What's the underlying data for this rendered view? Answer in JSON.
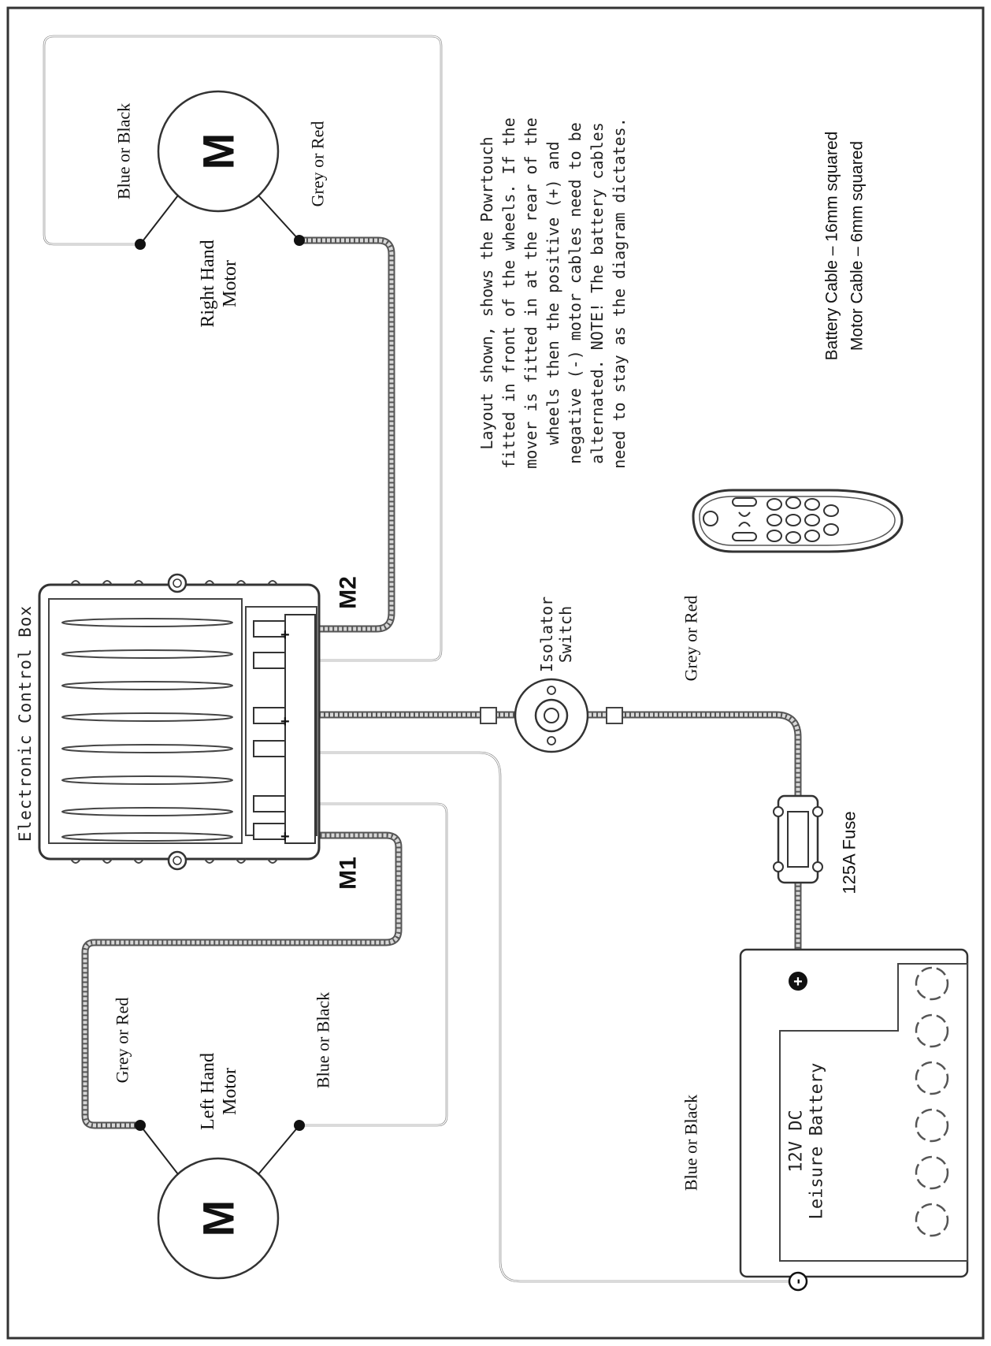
{
  "right_motor": {
    "symbol": "M",
    "label_line1": "Right Hand",
    "label_line2": "Motor",
    "wire_a": "Blue or Black",
    "wire_b": "Grey or Red"
  },
  "left_motor": {
    "symbol": "M",
    "label_line1": "Left Hand",
    "label_line2": "Motor",
    "wire_a": "Grey or Red",
    "wire_b": "Blue or Black"
  },
  "control_box": {
    "title": "Electronic Control Box",
    "m1": "M1",
    "m2": "M2"
  },
  "isolator": {
    "line1": "Isolator",
    "line2": "Switch"
  },
  "fuse": {
    "label": "125A Fuse"
  },
  "battery": {
    "line1": "12V DC",
    "line2": "Leisure Battery",
    "positive": "+",
    "negative": "-"
  },
  "wires": {
    "battery_positive": "Grey or Red",
    "battery_negative": "Blue or Black"
  },
  "note": {
    "lines": [
      "Layout shown, shows the Powrtouch",
      "fitted in front of the wheels.  If the",
      "mover is fitted in at the rear of the",
      "wheels then the positive (+) and",
      "negative (-) motor cables need to be",
      "alternated.  NOTE! The battery cables",
      "need to stay as the diagram dictates."
    ]
  },
  "cable_spec": {
    "battery": "Battery Cable – 16mm squared",
    "motor": "Motor Cable – 6mm squared"
  }
}
